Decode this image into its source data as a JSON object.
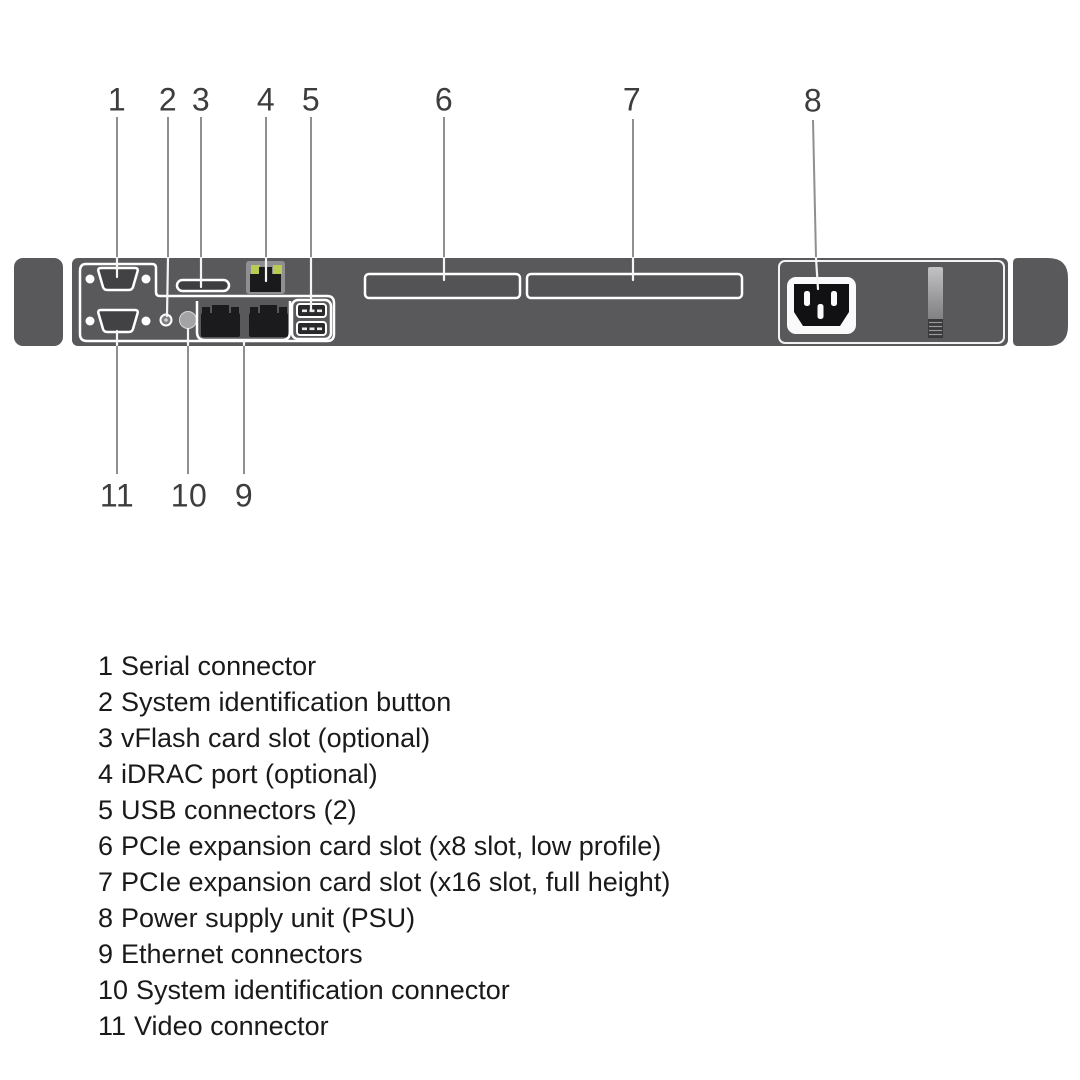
{
  "diagram": {
    "callouts": {
      "c1": "1",
      "c2": "2",
      "c3": "3",
      "c4": "4",
      "c5": "5",
      "c6": "6",
      "c7": "7",
      "c8": "8",
      "c9": "9",
      "c10": "10",
      "c11": "11"
    }
  },
  "legend": {
    "items": [
      {
        "number": "1",
        "text": "Serial connector"
      },
      {
        "number": "2",
        "text": "System identification button"
      },
      {
        "number": "3",
        "text": "vFlash card slot (optional)"
      },
      {
        "number": "4",
        "text": "iDRAC port (optional)"
      },
      {
        "number": "5",
        "text": "USB connectors (2)"
      },
      {
        "number": "6",
        "text": "PCIe expansion card slot (x8 slot, low profile)"
      },
      {
        "number": "7",
        "text": "PCIe expansion card slot (x16 slot, full height)"
      },
      {
        "number": "8",
        "text": "Power supply unit (PSU)"
      },
      {
        "number": "9",
        "text": "Ethernet connectors"
      },
      {
        "number": "10",
        "text": "System identification connector"
      },
      {
        "number": "11",
        "text": "Video connector"
      }
    ]
  },
  "colors": {
    "chassis": "#59595b",
    "outline": "#ffffff",
    "connector_dark": "#1b1b1d",
    "idrac_led": "#b9cb52",
    "leader_line": "#8f8f8f",
    "callout_text": "#3d3d3f",
    "legend_text": "#1a1a1a"
  }
}
